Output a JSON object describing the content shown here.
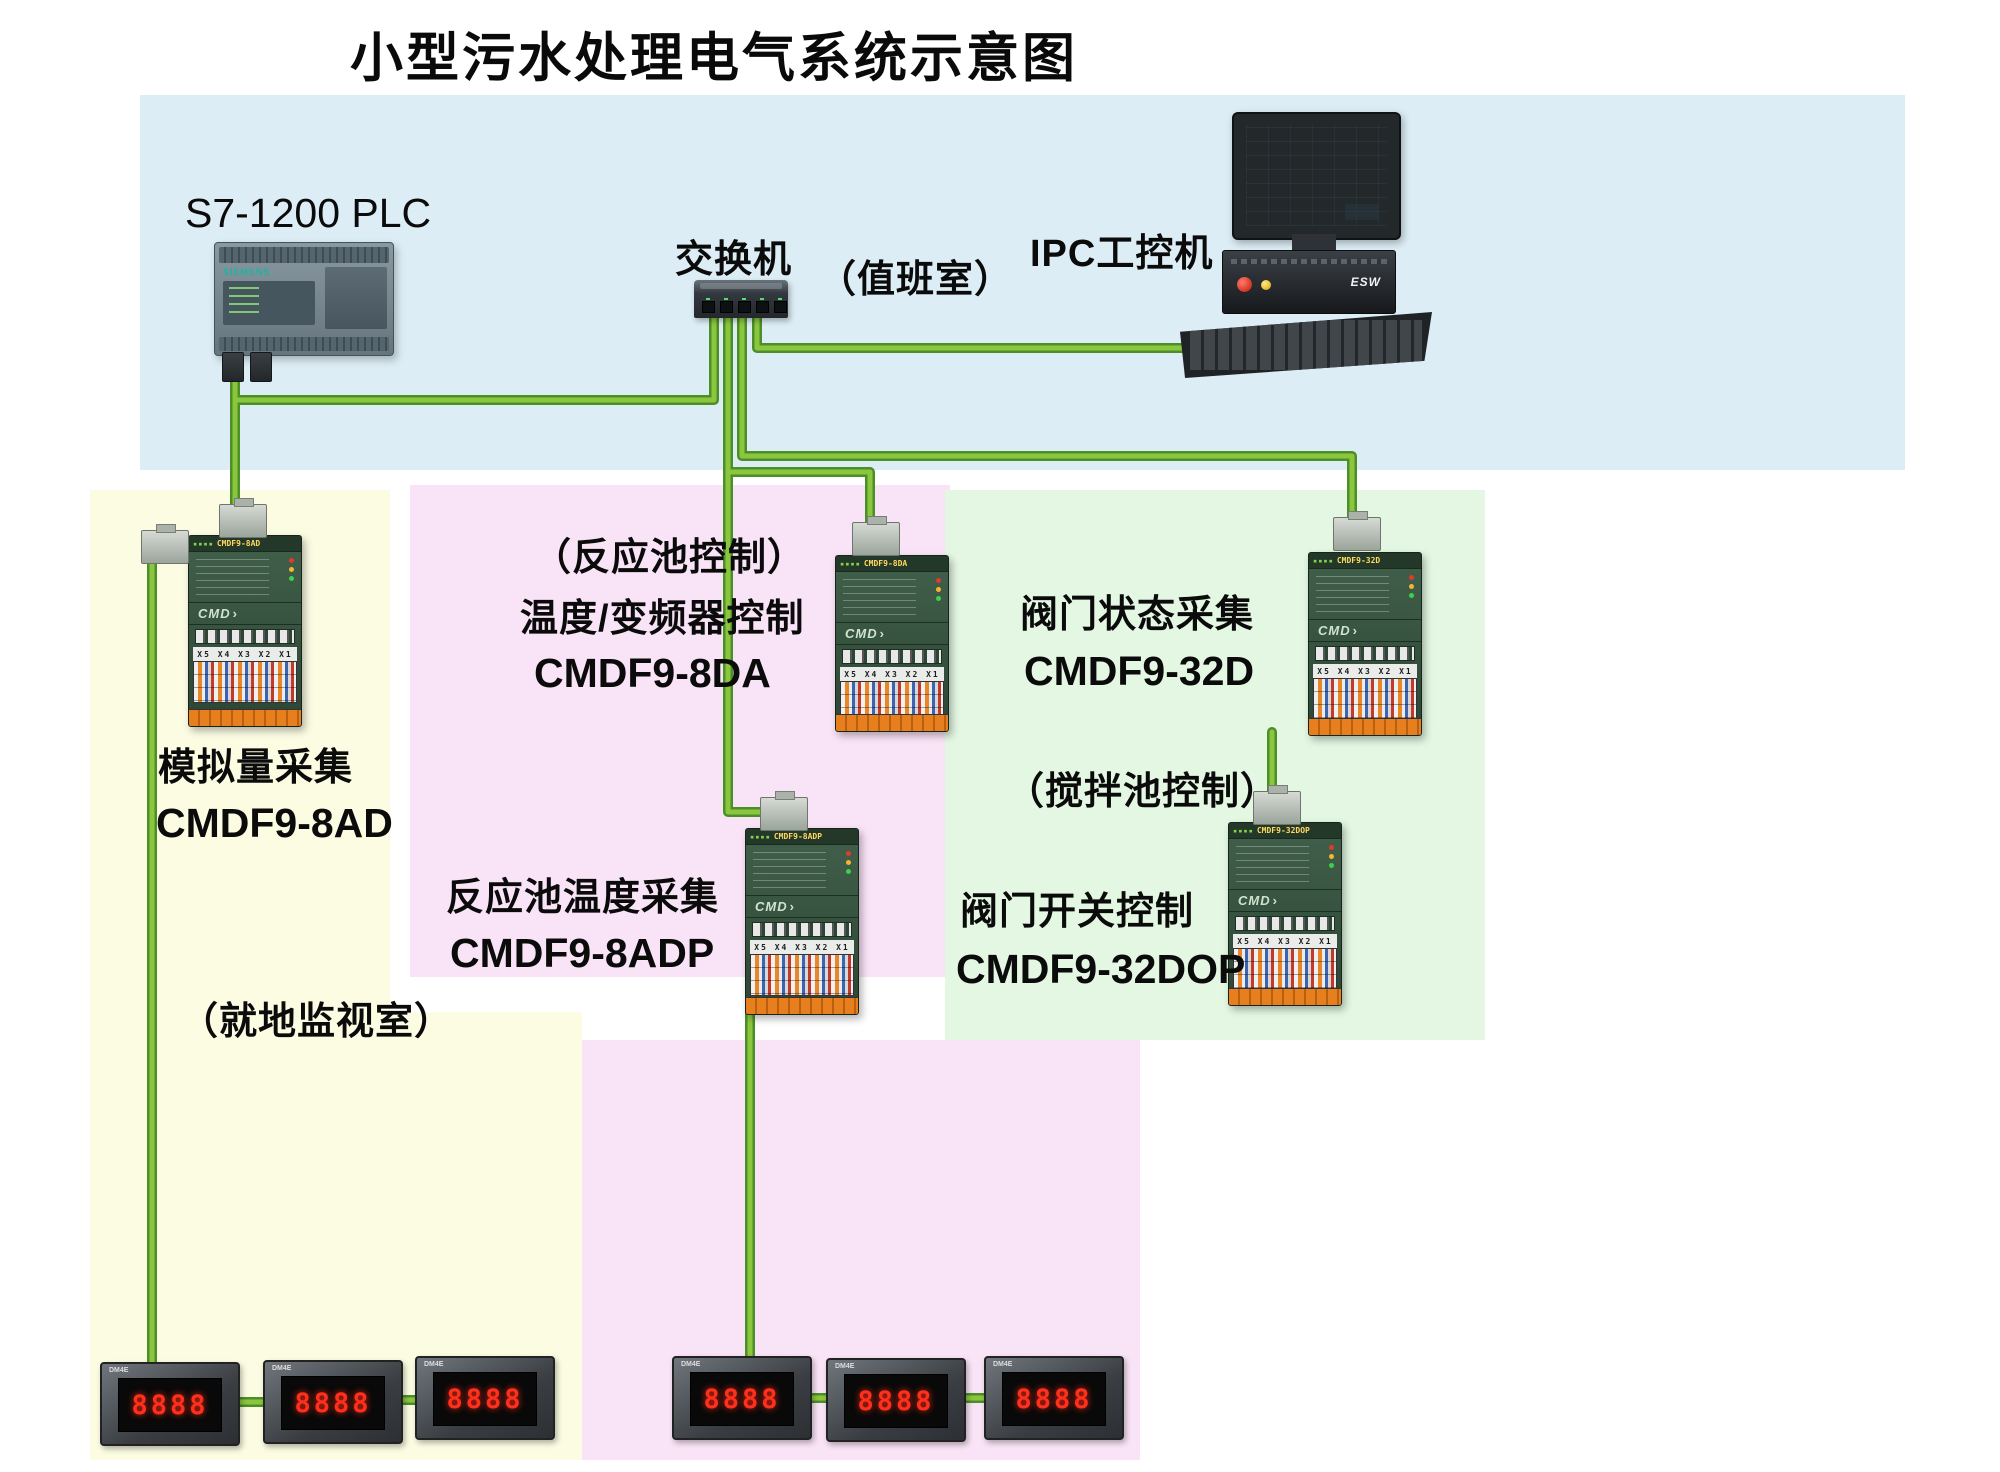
{
  "title": "小型污水处理电气系统示意图",
  "colors": {
    "region_control": "#dcedf5",
    "region_analog": "#fbfce2",
    "region_reaction": "#f9e3f6",
    "region_valve": "#e3f7e3",
    "cable_inner": "#8cc63e",
    "cable_outer": "#4a8f28",
    "meter_digit": "#ff2f1e"
  },
  "control_room": {
    "plc_label": "S7-1200  PLC",
    "plc_brand": "SIEMENS",
    "switch_label": "交换机",
    "room_label": "（值班室）",
    "ipc_label": "IPC工控机",
    "ipc_badge": "ESW"
  },
  "analog_section": {
    "function": "模拟量采集",
    "model": "CMDF9-8AD",
    "room": "（就地监视室）"
  },
  "reaction_section": {
    "control": "（反应池控制）",
    "function1": "温度/变频器控制",
    "model1": "CMDF9-8DA",
    "function2": "反应池温度采集",
    "model2": "CMDF9-8ADP"
  },
  "valve_section": {
    "function1": "阀门状态采集",
    "model1": "CMDF9-32D",
    "control": "（搅拌池控制）",
    "function2": "阀门开关控制",
    "model2": "CMDF9-32DOP"
  },
  "modules": {
    "logo": "CMD",
    "ports": "X5 X4 X3 X2 X1",
    "m8ad": {
      "model": "CMDF9-8AD"
    },
    "m8da": {
      "model": "CMDF9-8DA"
    },
    "m32d": {
      "model": "CMDF9-32D"
    },
    "m8adp": {
      "model": "CMDF9-8ADP"
    },
    "m32dop": {
      "model": "CMDF9-32DOP"
    }
  },
  "meters": {
    "brand": "DM4E",
    "display": "8888"
  }
}
